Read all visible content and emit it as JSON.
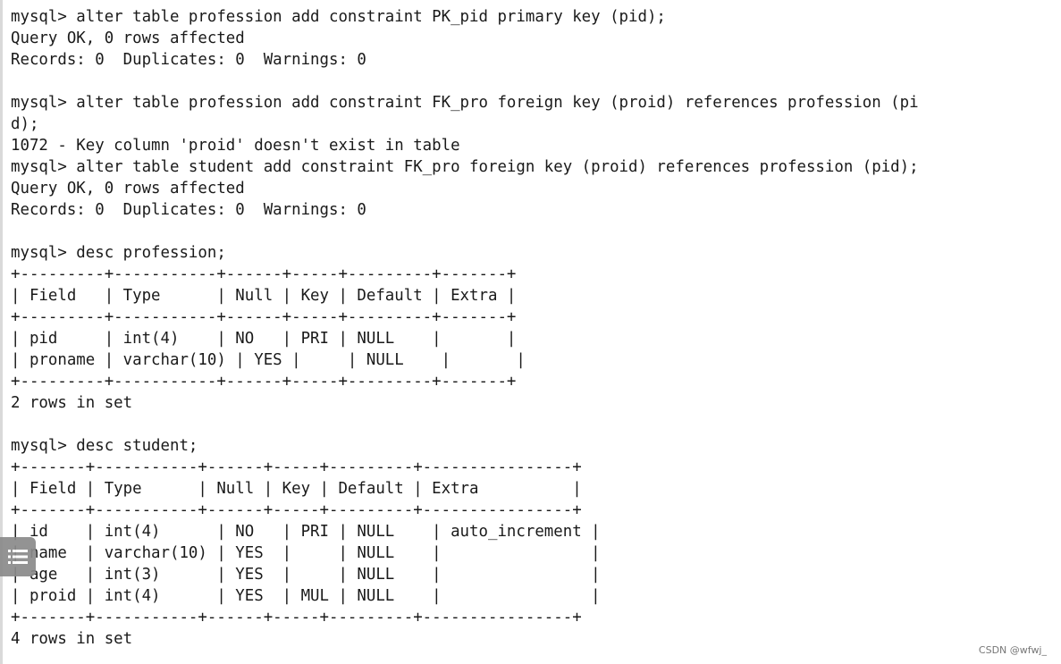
{
  "terminal": {
    "lines": [
      "mysql> alter table profession add constraint PK_pid primary key (pid);",
      "Query OK, 0 rows affected",
      "Records: 0  Duplicates: 0  Warnings: 0",
      "",
      "mysql> alter table profession add constraint FK_pro foreign key (proid) references profession (pi",
      "d);",
      "1072 - Key column 'proid' doesn't exist in table",
      "mysql> alter table student add constraint FK_pro foreign key (proid) references profession (pid);",
      "Query OK, 0 rows affected",
      "Records: 0  Duplicates: 0  Warnings: 0",
      "",
      "mysql> desc profession;",
      "+---------+-----------+------+-----+---------+-------+",
      "| Field   | Type      | Null | Key | Default | Extra |",
      "+---------+-----------+------+-----+---------+-------+",
      "| pid     | int(4)    | NO   | PRI | NULL    |       |",
      "| proname | varchar(10) | YES |     | NULL    |       |",
      "+---------+-----------+------+-----+---------+-------+",
      "2 rows in set",
      "",
      "mysql> desc student;",
      "+-------+-----------+------+-----+---------+----------------+",
      "| Field | Type      | Null | Key | Default | Extra          |",
      "+-------+-----------+------+-----+---------+----------------+",
      "| id    | int(4)      | NO   | PRI | NULL    | auto_increment |",
      "| name  | varchar(10) | YES  |     | NULL    |                |",
      "| age   | int(3)      | YES  |     | NULL    |                |",
      "| proid | int(4)      | YES  | MUL | NULL    |                |",
      "+-------+-----------+------+-----+---------+----------------+",
      "4 rows in set"
    ]
  },
  "side_handle": {
    "icon": "menu-lines-icon"
  },
  "watermark": {
    "text": "CSDN @wfwj_"
  }
}
